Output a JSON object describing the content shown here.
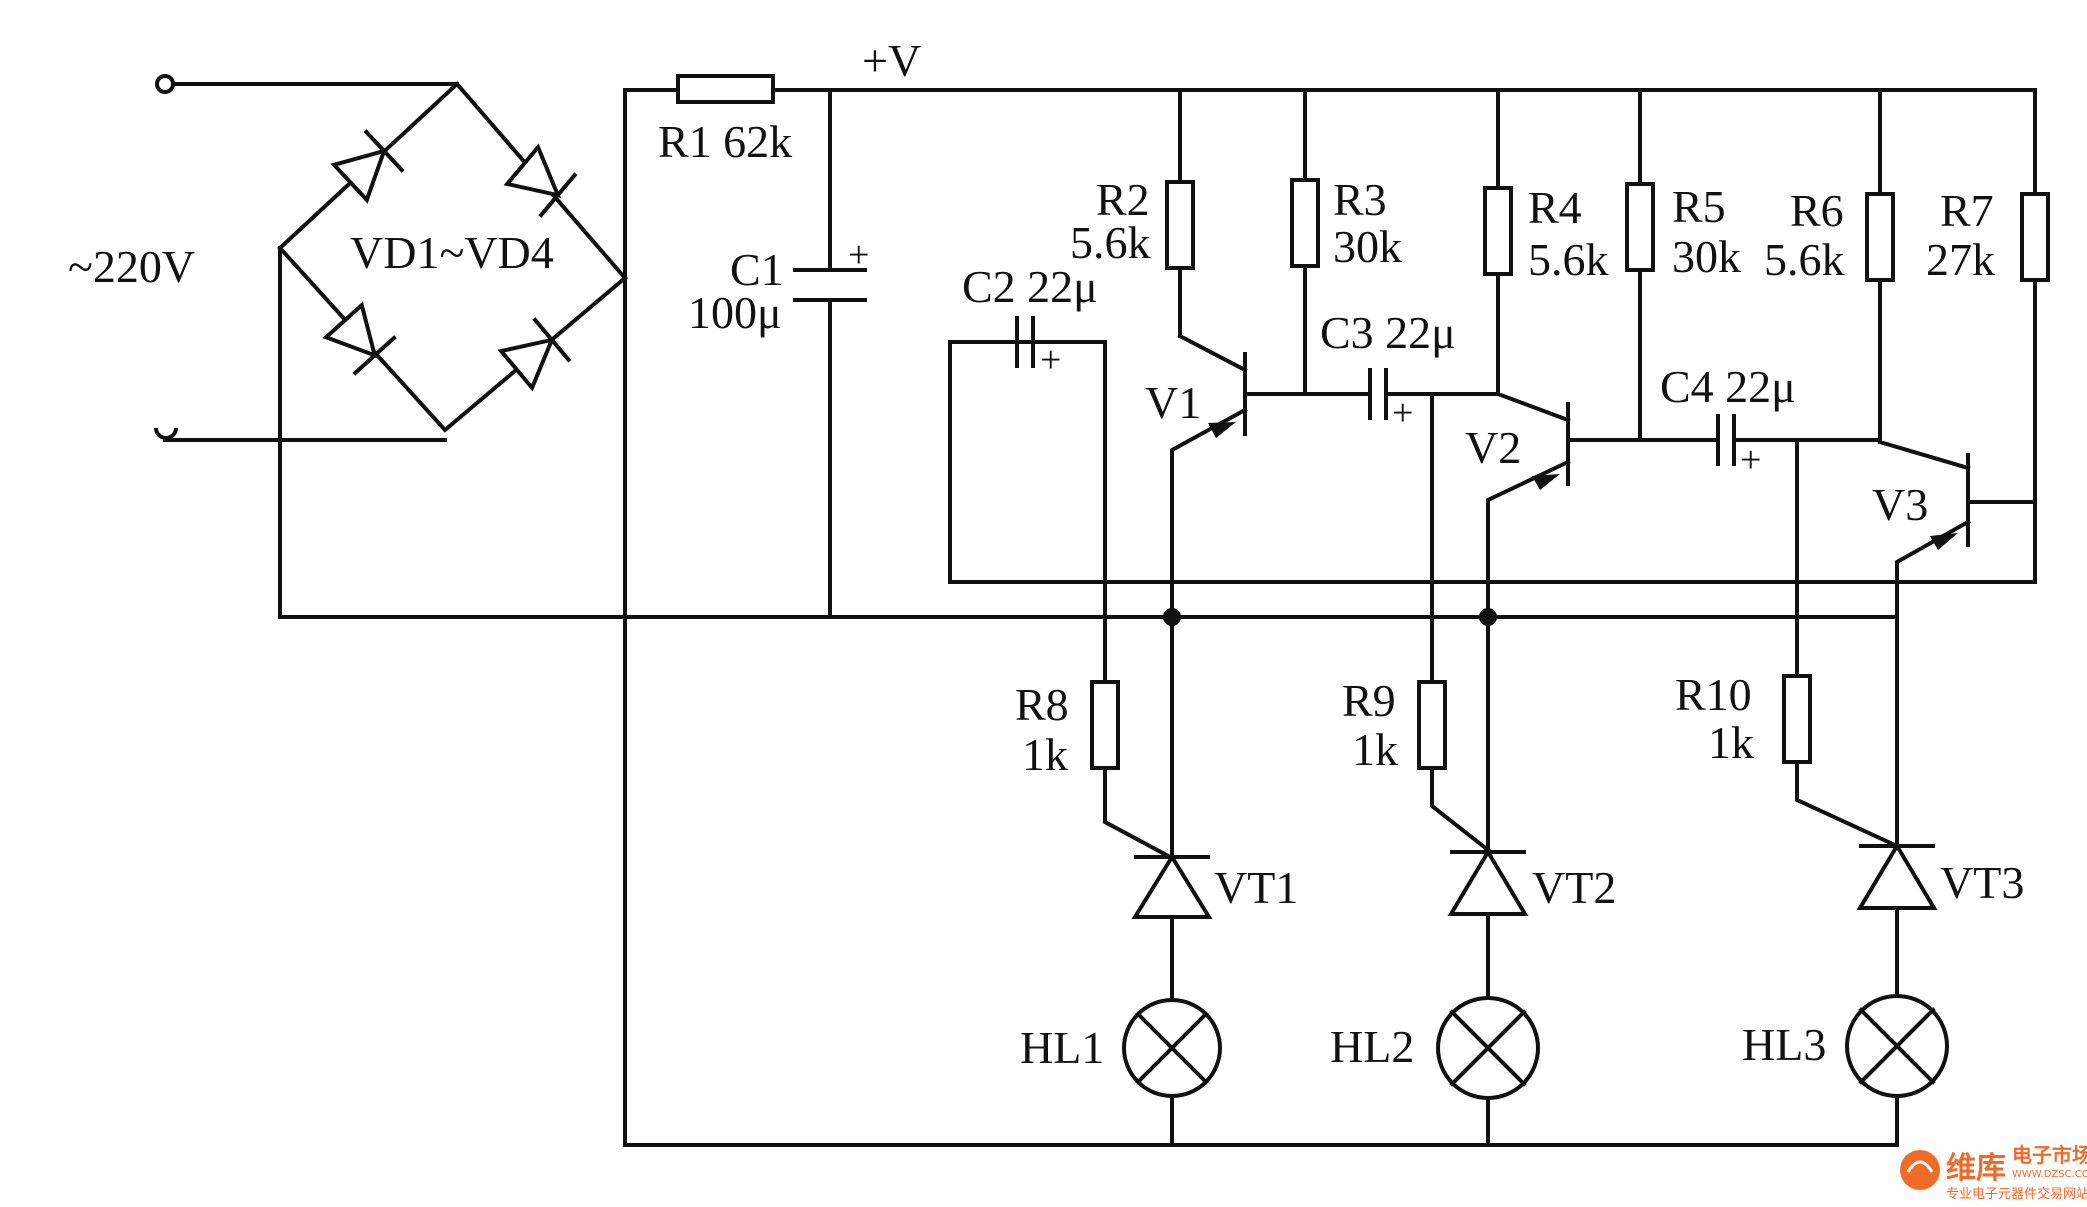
{
  "diagram": {
    "labels": {
      "ac_input": "~220V",
      "bridge": "VD1~VD4",
      "supply": "+V",
      "r1": "R1 62k",
      "c1_name": "C1",
      "c1_value": "100μ",
      "c2": "C2 22μ",
      "c3": "C3 22μ",
      "c4": "C4 22μ",
      "r2_name": "R2",
      "r2_value": "5.6k",
      "r3_name": "R3",
      "r3_value": "30k",
      "r4_name": "R4",
      "r4_value": "5.6k",
      "r5_name": "R5",
      "r5_value": "30k",
      "r6_name": "R6",
      "r6_value": "5.6k",
      "r7_name": "R7",
      "r7_value": "27k",
      "r8_name": "R8",
      "r8_value": "1k",
      "r9_name": "R9",
      "r9_value": "1k",
      "r10_name": "R10",
      "r10_value": "1k",
      "v1": "V1",
      "v2": "V2",
      "v3": "V3",
      "vt1": "VT1",
      "vt2": "VT2",
      "vt3": "VT3",
      "hl1": "HL1",
      "hl2": "HL2",
      "hl3": "HL3",
      "plus": "+"
    },
    "watermark": {
      "brand": "维库",
      "name": "电子市场网",
      "url": "WWW.DZSC.COM",
      "tagline": "专业电子元器件交易网站"
    }
  }
}
